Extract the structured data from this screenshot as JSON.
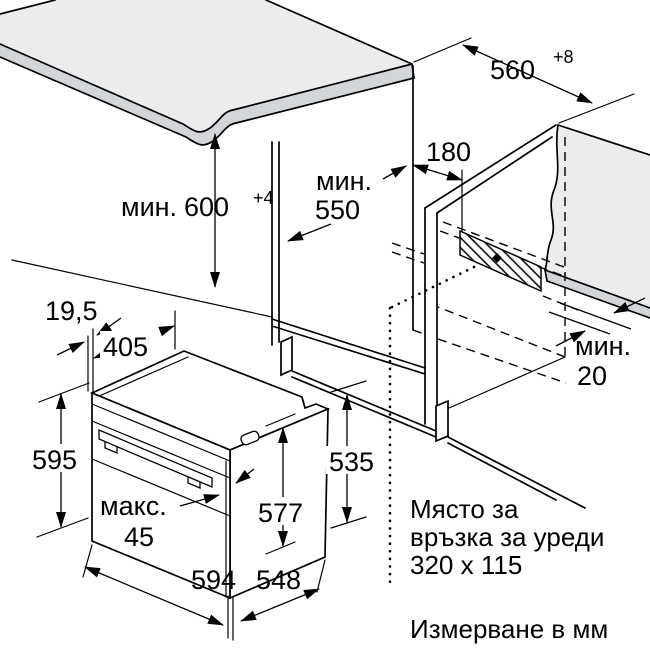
{
  "dims": {
    "niche_width": {
      "value": "560",
      "sup": "+8"
    },
    "niche_depth": {
      "prefix": "мин.",
      "value": "550"
    },
    "socket_offset": {
      "value": "180"
    },
    "niche_height": {
      "prefix": "мин.",
      "value": "600",
      "sup": "+4"
    },
    "front_overhang": {
      "value": "19,5"
    },
    "top_depth": {
      "value": "405"
    },
    "front_height": {
      "value": "595"
    },
    "door_protrusion": {
      "prefix": "макс.",
      "value": "45"
    },
    "body_height": {
      "value": "577"
    },
    "opening_height": {
      "value": "535"
    },
    "front_width": {
      "value": "594"
    },
    "body_depth": {
      "value": "548"
    },
    "rear_gap": {
      "prefix": "мин.",
      "value": "20"
    }
  },
  "notes": {
    "connection_area_line1": "Място за",
    "connection_area_line2": "връзка за уреди",
    "connection_area_line3": "320 x 115",
    "units": "Измерване в мм"
  },
  "colors": {
    "line": "#000000",
    "surface_fill": "#ececee",
    "edge_fill": "#d2d6d8",
    "background": "#ffffff"
  }
}
